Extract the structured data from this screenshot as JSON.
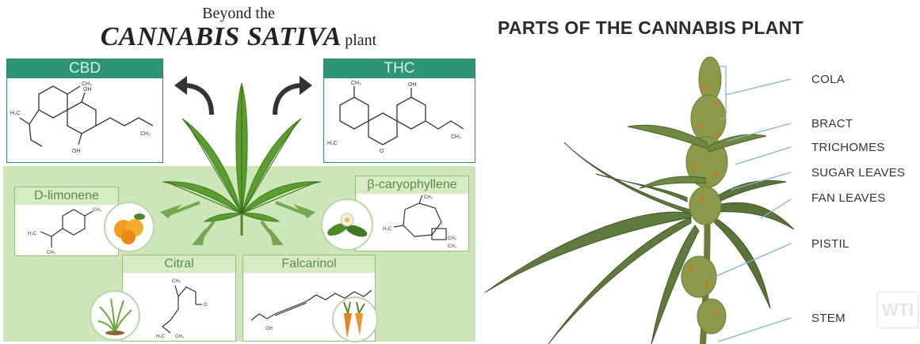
{
  "left": {
    "title_small": "Beyond the",
    "title_big": "CANNABIS SATIVA",
    "title_suffix": "plant",
    "compounds": {
      "cbd": "CBD",
      "thc": "THC",
      "limonene": "D-limonene",
      "caryophyllene": "β-caryophyllene",
      "citral": "Citral",
      "falcarinol": "Falcarinol"
    },
    "colors": {
      "header_green": "#2e9478",
      "panel_green": "#cfe6b8",
      "leaf_green": "#5b9e2e"
    }
  },
  "right": {
    "title": "PARTS OF THE CANNABIS PLANT",
    "parts": [
      "COLA",
      "BRACT",
      "TRICHOMES",
      "SUGAR LEAVES",
      "FAN LEAVES",
      "PISTIL",
      "STEM"
    ],
    "watermark": "WTI"
  }
}
